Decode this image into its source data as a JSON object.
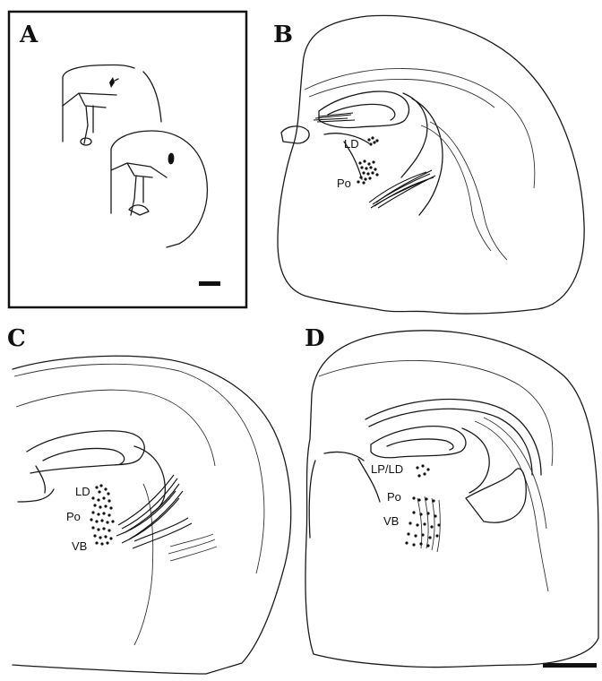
{
  "panels": {
    "a": {
      "letter": "A"
    },
    "b": {
      "letter": "B",
      "labels": {
        "ld": "LD",
        "po": "Po"
      }
    },
    "c": {
      "letter": "C",
      "labels": {
        "ld": "LD",
        "po": "Po",
        "vb": "VB"
      }
    },
    "d": {
      "letter": "D",
      "labels": {
        "lpld": "LP/LD",
        "po": "Po",
        "vb": "VB"
      }
    }
  }
}
